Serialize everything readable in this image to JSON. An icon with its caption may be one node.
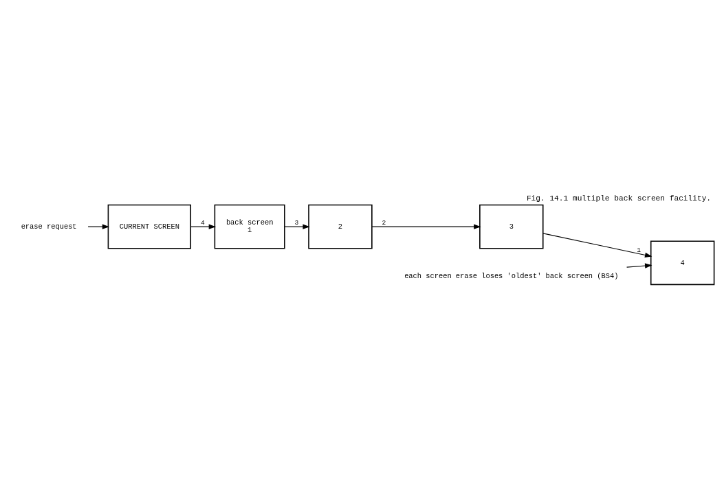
{
  "diagram": {
    "title": "Fig. 14.1 multiple back screen facility.",
    "nodes": [
      {
        "text": [
          "erase request"
        ]
      },
      {
        "text": [
          "CURRENT SCREEN"
        ]
      },
      {
        "text": [
          "back screen",
          "1"
        ]
      },
      {
        "text": [
          "2"
        ]
      },
      {
        "text": [
          "3"
        ]
      },
      {
        "text": [
          "4"
        ]
      },
      {
        "text": [
          "each screen erase loses 'oldest' back screen (BS4)"
        ]
      }
    ],
    "edges": [
      {
        "from": 0,
        "to": 1,
        "arrow": "to"
      },
      {
        "from": 1,
        "to": 2,
        "arrow": "to",
        "label": "4"
      },
      {
        "from": 2,
        "to": 3,
        "arrow": "to",
        "label": "3"
      },
      {
        "from": 3,
        "to": 4,
        "arrow": "to",
        "label": "2"
      },
      {
        "from": 4,
        "to": 5,
        "arrow": "to",
        "label": "1"
      },
      {
        "from": 6,
        "to": 5,
        "arrow": "to"
      }
    ]
  }
}
